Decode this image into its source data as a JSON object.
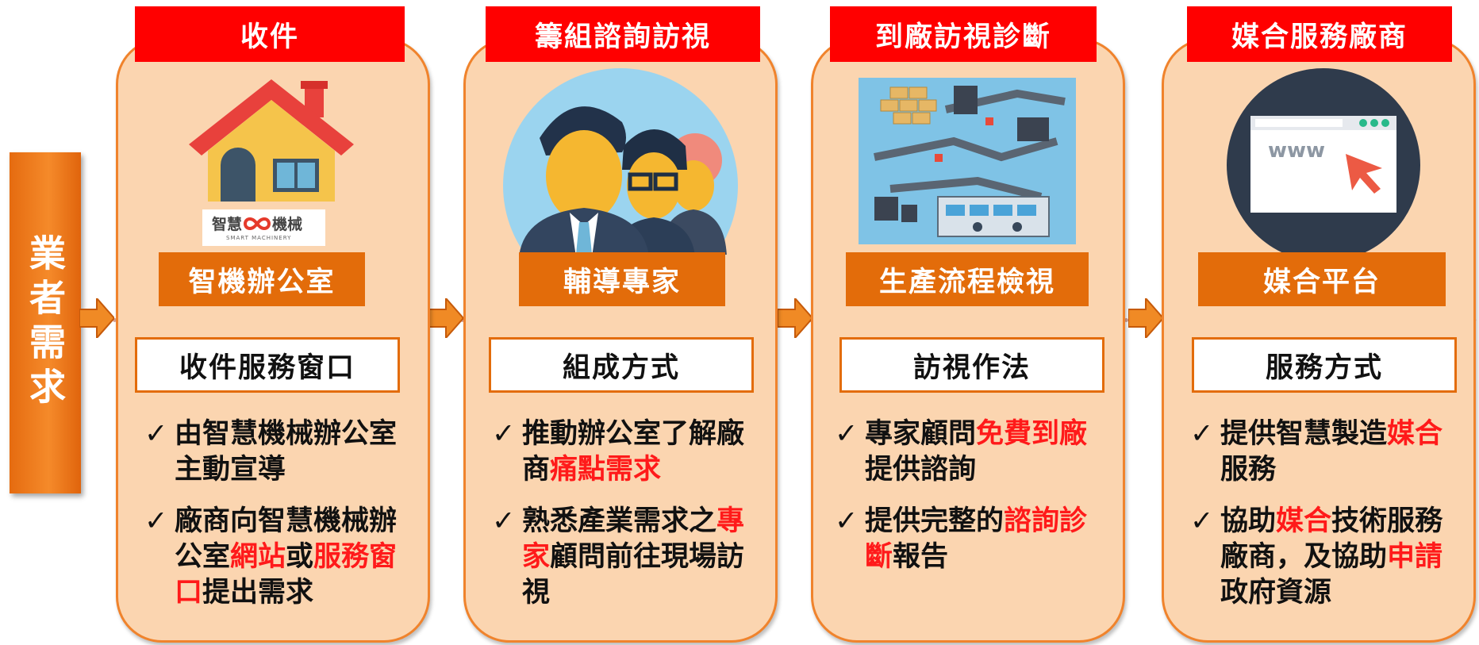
{
  "left_bar": {
    "text": "業者需求"
  },
  "steps": [
    {
      "title": "收件",
      "image_icon": "house-icon",
      "logo_text": "智慧",
      "logo_text2": "機械",
      "logo_sub": "SMART MACHINERY",
      "label": "智機辦公室",
      "subheading": "收件服務窗口",
      "bullets": [
        [
          {
            "t": "由智慧機械辦公室主動宣導"
          }
        ],
        [
          {
            "t": "廠商向智慧機械辦公室"
          },
          {
            "t": "網站",
            "r": true
          },
          {
            "t": "或"
          },
          {
            "t": "服務窗口",
            "r": true
          },
          {
            "t": "提出需求"
          }
        ]
      ]
    },
    {
      "title": "籌組諮詢訪視",
      "image_icon": "expert-team-icon",
      "label": "輔導專家",
      "subheading": "組成方式",
      "bullets": [
        [
          {
            "t": "推動辦公室了解廠商"
          },
          {
            "t": "痛點需求",
            "r": true
          }
        ],
        [
          {
            "t": "熟悉產業需求之"
          },
          {
            "t": "專家",
            "r": true
          },
          {
            "t": "顧問前往現場訪視"
          }
        ]
      ]
    },
    {
      "title": "到廠訪視診斷",
      "image_icon": "factory-line-icon",
      "label": "生產流程檢視",
      "subheading": "訪視作法",
      "bullets": [
        [
          {
            "t": "專家顧問"
          },
          {
            "t": "免費到廠",
            "r": true
          },
          {
            "t": "提供諮詢"
          }
        ],
        [
          {
            "t": "提供完整的"
          },
          {
            "t": "諮詢診斷",
            "r": true
          },
          {
            "t": "報告"
          }
        ]
      ]
    },
    {
      "title": "媒合服務廠商",
      "image_icon": "browser-www-icon",
      "browser_text": "www",
      "label": "媒合平台",
      "subheading": "服務方式",
      "bullets": [
        [
          {
            "t": "提供智慧製造"
          },
          {
            "t": "媒合",
            "r": true
          },
          {
            "t": "服務"
          }
        ],
        [
          {
            "t": "協助"
          },
          {
            "t": "媒合",
            "r": true
          },
          {
            "t": "技術服務廠商，及協助"
          },
          {
            "t": "申請",
            "r": true
          },
          {
            "t": "政府資源"
          }
        ]
      ]
    }
  ],
  "colors": {
    "title_red": "#ff0000",
    "label_orange": "#e36c0a",
    "card_fill": "#fbd5b0",
    "highlight_red": "#ff1a1a"
  }
}
